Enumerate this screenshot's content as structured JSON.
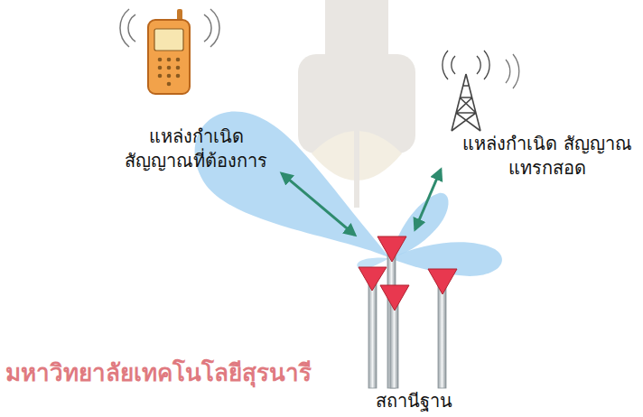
{
  "diagram": {
    "nodes": [
      {
        "text": [
          "แหล่งกำเนิด สัญญาณที่ต้องการ"
        ]
      },
      {
        "text": [
          "แหล่งกำเนิด สัญญาณแทรกสอด"
        ]
      },
      {
        "text": [
          "สถานีฐาน"
        ]
      }
    ],
    "edges": [
      {
        "from": 2,
        "to": 0,
        "arrow": "both"
      },
      {
        "from": 2,
        "to": 1,
        "arrow": "both"
      }
    ],
    "labels": [
      "มหาวิทยาลัยเทคโนโลยีสุรนารี"
    ]
  }
}
